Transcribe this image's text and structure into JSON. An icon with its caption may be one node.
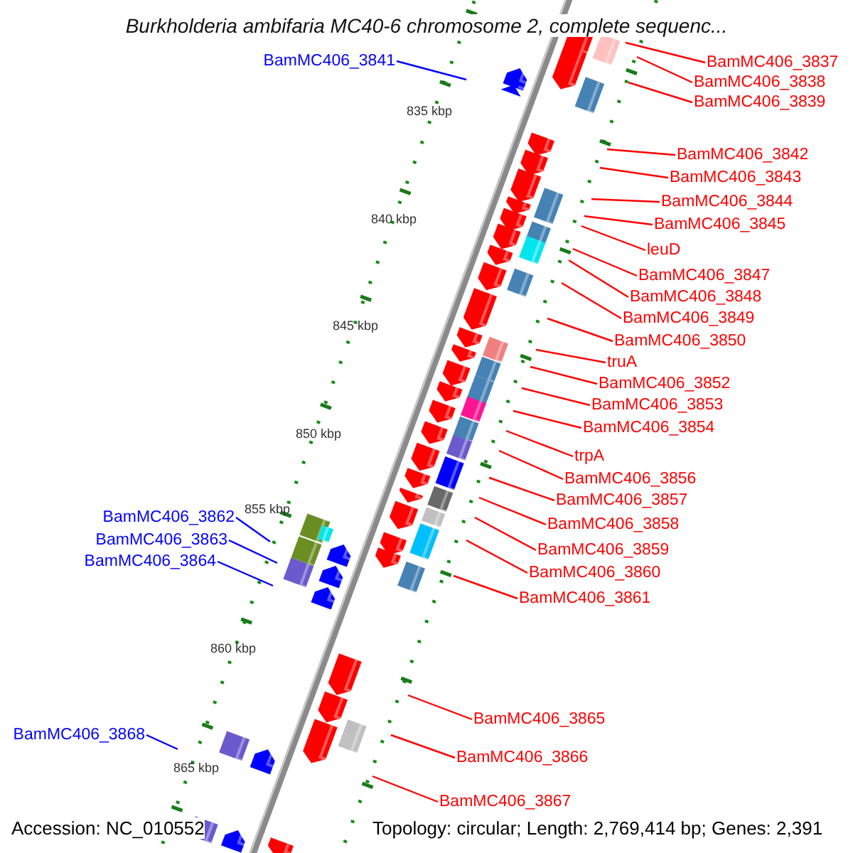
{
  "diagram": {
    "title": "Burkholderia ambifaria MC40-6 chromosome 2, complete sequenc...",
    "nodes": [
      {
        "text": [
          "BamMC406_3837"
        ]
      },
      {
        "text": [
          "BamMC406_3838"
        ]
      },
      {
        "text": [
          "BamMC406_3839"
        ]
      },
      {
        "text": [
          "BamMC406_3842"
        ]
      },
      {
        "text": [
          "BamMC406_3843"
        ]
      },
      {
        "text": [
          "BamMC406_3844"
        ]
      },
      {
        "text": [
          "BamMC406_3845"
        ]
      },
      {
        "text": [
          "leuD"
        ]
      },
      {
        "text": [
          "BamMC406_3847"
        ]
      },
      {
        "text": [
          "BamMC406_3848"
        ]
      },
      {
        "text": [
          "BamMC406_3849"
        ]
      },
      {
        "text": [
          "BamMC406_3850"
        ]
      },
      {
        "text": [
          "truA"
        ]
      },
      {
        "text": [
          "BamMC406_3852"
        ]
      },
      {
        "text": [
          "BamMC406_3853"
        ]
      },
      {
        "text": [
          "BamMC406_3854"
        ]
      },
      {
        "text": [
          "trpA"
        ]
      },
      {
        "text": [
          "BamMC406_3856"
        ]
      },
      {
        "text": [
          "BamMC406_3857"
        ]
      },
      {
        "text": [
          "BamMC406_3858"
        ]
      },
      {
        "text": [
          "BamMC406_3859"
        ]
      },
      {
        "text": [
          "BamMC406_3860"
        ]
      },
      {
        "text": [
          "BamMC406_3861"
        ]
      },
      {
        "text": [
          "BamMC406_3865"
        ]
      },
      {
        "text": [
          "BamMC406_3866"
        ]
      },
      {
        "text": [
          "BamMC406_3867"
        ]
      },
      {
        "text": [
          "BamMC406_3841"
        ]
      },
      {
        "text": [
          "BamMC406_3862"
        ]
      },
      {
        "text": [
          "BamMC406_3863"
        ]
      },
      {
        "text": [
          "BamMC406_3864"
        ]
      },
      {
        "text": [
          "BamMC406_3868"
        ]
      }
    ],
    "edges": [
      {
        "from": 0,
        "to": null,
        "arrow": "none"
      },
      {
        "from": 1,
        "to": null,
        "arrow": "none"
      },
      {
        "from": 2,
        "to": null,
        "arrow": "none"
      },
      {
        "from": 3,
        "to": null,
        "arrow": "none"
      },
      {
        "from": 4,
        "to": null,
        "arrow": "none"
      },
      {
        "from": 5,
        "to": null,
        "arrow": "none"
      },
      {
        "from": 6,
        "to": null,
        "arrow": "none"
      },
      {
        "from": 7,
        "to": null,
        "arrow": "none"
      },
      {
        "from": 8,
        "to": null,
        "arrow": "none"
      },
      {
        "from": 9,
        "to": null,
        "arrow": "none"
      },
      {
        "from": 10,
        "to": null,
        "arrow": "none"
      },
      {
        "from": 11,
        "to": null,
        "arrow": "none"
      },
      {
        "from": 12,
        "to": null,
        "arrow": "none"
      },
      {
        "from": 13,
        "to": null,
        "arrow": "none"
      },
      {
        "from": 14,
        "to": null,
        "arrow": "none"
      },
      {
        "from": 15,
        "to": null,
        "arrow": "none"
      },
      {
        "from": 16,
        "to": null,
        "arrow": "none"
      },
      {
        "from": 17,
        "to": null,
        "arrow": "none"
      },
      {
        "from": 18,
        "to": null,
        "arrow": "none"
      },
      {
        "from": 19,
        "to": null,
        "arrow": "none"
      },
      {
        "from": 20,
        "to": null,
        "arrow": "none"
      },
      {
        "from": 21,
        "to": null,
        "arrow": "none"
      },
      {
        "from": 22,
        "to": null,
        "arrow": "none"
      },
      {
        "from": 23,
        "to": null,
        "arrow": "none"
      },
      {
        "from": 24,
        "to": null,
        "arrow": "none"
      },
      {
        "from": 25,
        "to": null,
        "arrow": "none"
      },
      {
        "from": 26,
        "to": null,
        "arrow": "none",
        "color": "#0000ff"
      },
      {
        "from": 27,
        "to": null,
        "arrow": "none",
        "color": "#0000ff"
      },
      {
        "from": 28,
        "to": null,
        "arrow": "none",
        "color": "#0000ff"
      },
      {
        "from": 29,
        "to": null,
        "arrow": "none",
        "color": "#0000ff"
      },
      {
        "from": 30,
        "to": null,
        "arrow": "none",
        "color": "#0000ff"
      }
    ],
    "labels": [
      "835 kbp",
      "840 kbp",
      "845 kbp",
      "850 kbp",
      "855 kbp",
      "860 kbp",
      "865 kbp",
      "Accession: NC_010552",
      "Topology: circular; Length: 2,769,414 bp; Genes: 2,391"
    ]
  }
}
